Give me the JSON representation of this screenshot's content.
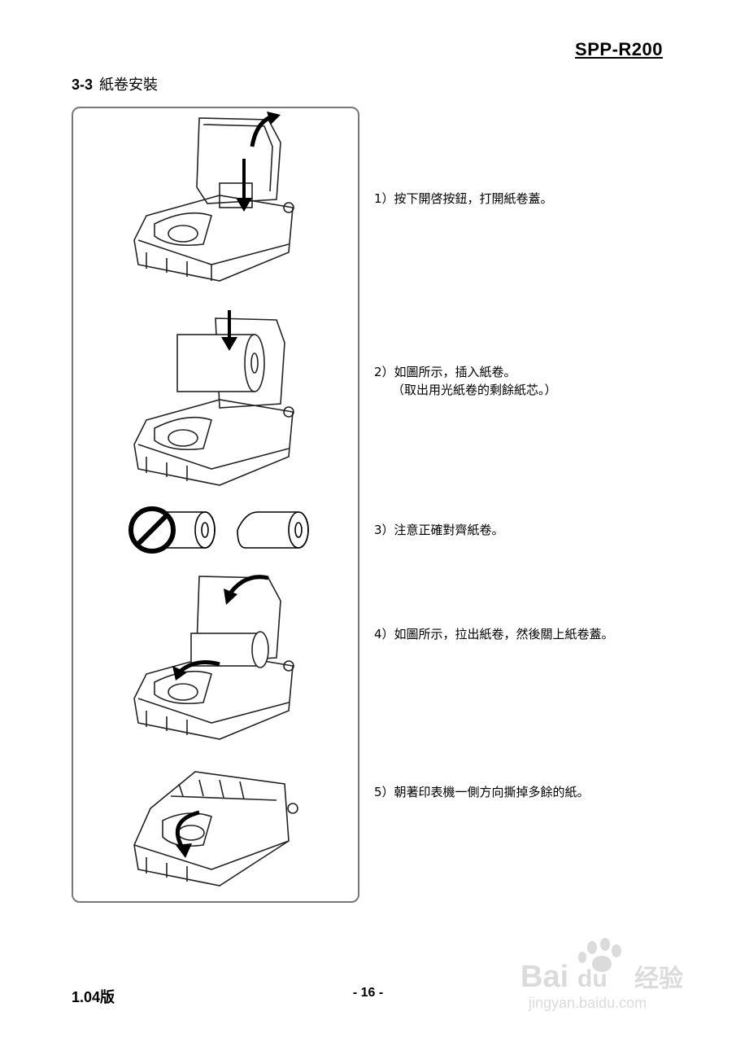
{
  "header": {
    "model": "SPP-R200"
  },
  "section": {
    "number": "3-3",
    "title": "紙卷安裝"
  },
  "steps": [
    {
      "label": "1）按下開啓按鈕，打開紙卷蓋。"
    },
    {
      "label": "2）如圖所示，插入紙卷。",
      "sub": "（取出用光紙卷的剩餘紙芯。）"
    },
    {
      "label": "3）注意正確對齊紙卷。"
    },
    {
      "label": "4）如圖所示，拉出紙卷，然後關上紙卷蓋。"
    },
    {
      "label": "5）朝著印表機一側方向撕掉多餘的紙。"
    }
  ],
  "footer": {
    "version": "1.04版",
    "page": "- 16 -"
  },
  "watermark": {
    "brand": "Bai",
    "brand2": "du",
    "brand_cn": "经验",
    "url": "jingyan.baidu.com"
  }
}
